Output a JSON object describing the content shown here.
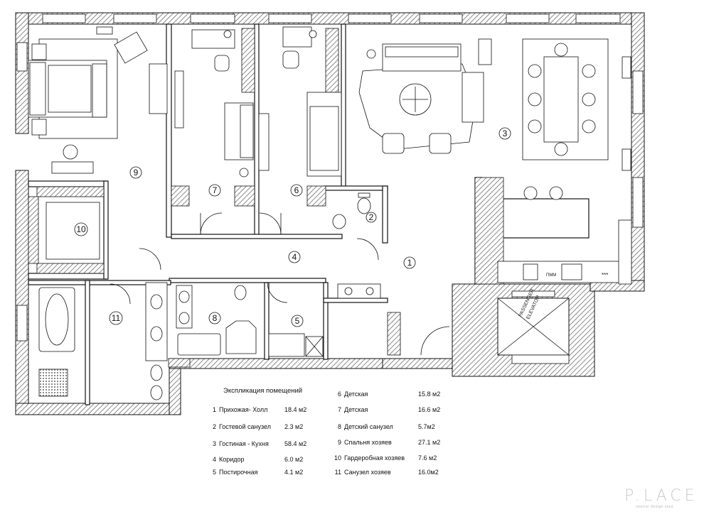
{
  "legend": {
    "title": "Экспликация помещений",
    "rooms": [
      {
        "no": "1",
        "name": "Прихожая- Холл",
        "area": "18.4 м2"
      },
      {
        "no": "2",
        "name": "Гостевой санузел",
        "area": "2.3 м2"
      },
      {
        "no": "3",
        "name": "Гостиная - Кухня",
        "area": "58.4 м2"
      },
      {
        "no": "4",
        "name": "Коридор",
        "area": "6.0 м2"
      },
      {
        "no": "5",
        "name": "Постирочная",
        "area": "4.1 м2"
      },
      {
        "no": "6",
        "name": "Детская",
        "area": "15.8 м2"
      },
      {
        "no": "7",
        "name": "Детская",
        "area": "16.6 м2"
      },
      {
        "no": "8",
        "name": "Детский санузел",
        "area": "5.7м2"
      },
      {
        "no": "9",
        "name": "Спальня хозяев",
        "area": "27.1 м2"
      },
      {
        "no": "10",
        "name": "Гардеробная хозяев",
        "area": "7.6 м2"
      },
      {
        "no": "11",
        "name": "Санузел хозяев",
        "area": "16.0м2"
      }
    ]
  },
  "plan": {
    "room_labels": [
      "1",
      "2",
      "3",
      "4",
      "5",
      "6",
      "7",
      "8",
      "9",
      "10",
      "11"
    ],
    "elevator_label_1": "PASSENGER",
    "elevator_label_2": "ELEVATOR",
    "oven_label": "ПММ",
    "stove_label": "***"
  },
  "brand": {
    "name": "P.LACE",
    "tagline": "interior design stud."
  },
  "colors": {
    "wall_hatch": "#7a7a7a",
    "line": "#111111",
    "background": "#ffffff",
    "logo": "#c9c9c9"
  }
}
